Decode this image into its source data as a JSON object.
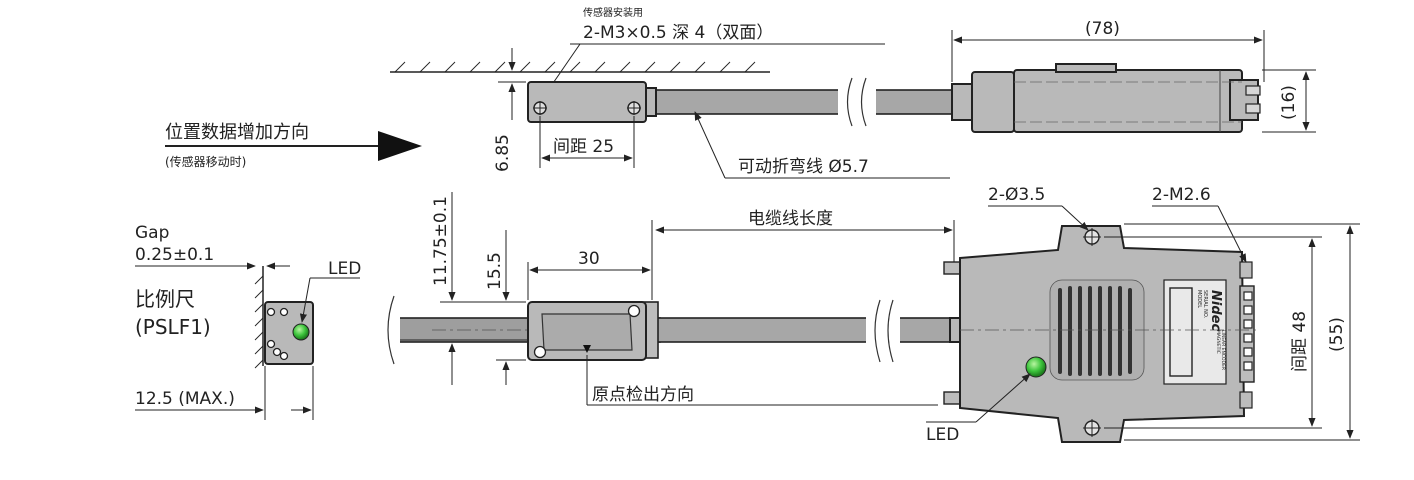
{
  "labels": {
    "mount_note": "传感器安装用",
    "mount_spec": "2-M3×0.5 深 4（双面）",
    "dim_78": "(78)",
    "dim_16": "(16)",
    "increase_dir": "位置数据增加方向",
    "moving_note": "(传感器移动时)",
    "dim_685": "6.85",
    "pitch25": "间距 25",
    "flex_cable": "可动折弯线 Ø5.7",
    "gap_title": "Gap",
    "gap_value": "0.25±0.1",
    "scale_cn": "比例尺",
    "scale_model": "(PSLF1)",
    "led_left": "LED",
    "dim_125": "12.5 (MAX.)",
    "dim_1175": "11.75±0.1",
    "dim_155": "15.5",
    "dim_30": "30",
    "cable_length": "电缆线长度",
    "origin_dir": "原点检出方向",
    "hole": "2-Ø3.5",
    "thread": "2-M2.6",
    "pitch48": "间距 48",
    "dim_55": "(55)",
    "led_right": "LED",
    "logo": "Nidec",
    "plate_model": "MODEL",
    "plate_serial": "SERIAL NO.",
    "plate_line1": "MAGNETIC",
    "plate_line2": "LINEAR ENCODER"
  },
  "colors": {
    "line": "#222222",
    "body": "#b9b9b9",
    "cable": "#a7a7a7",
    "led": "#3cc43c"
  }
}
